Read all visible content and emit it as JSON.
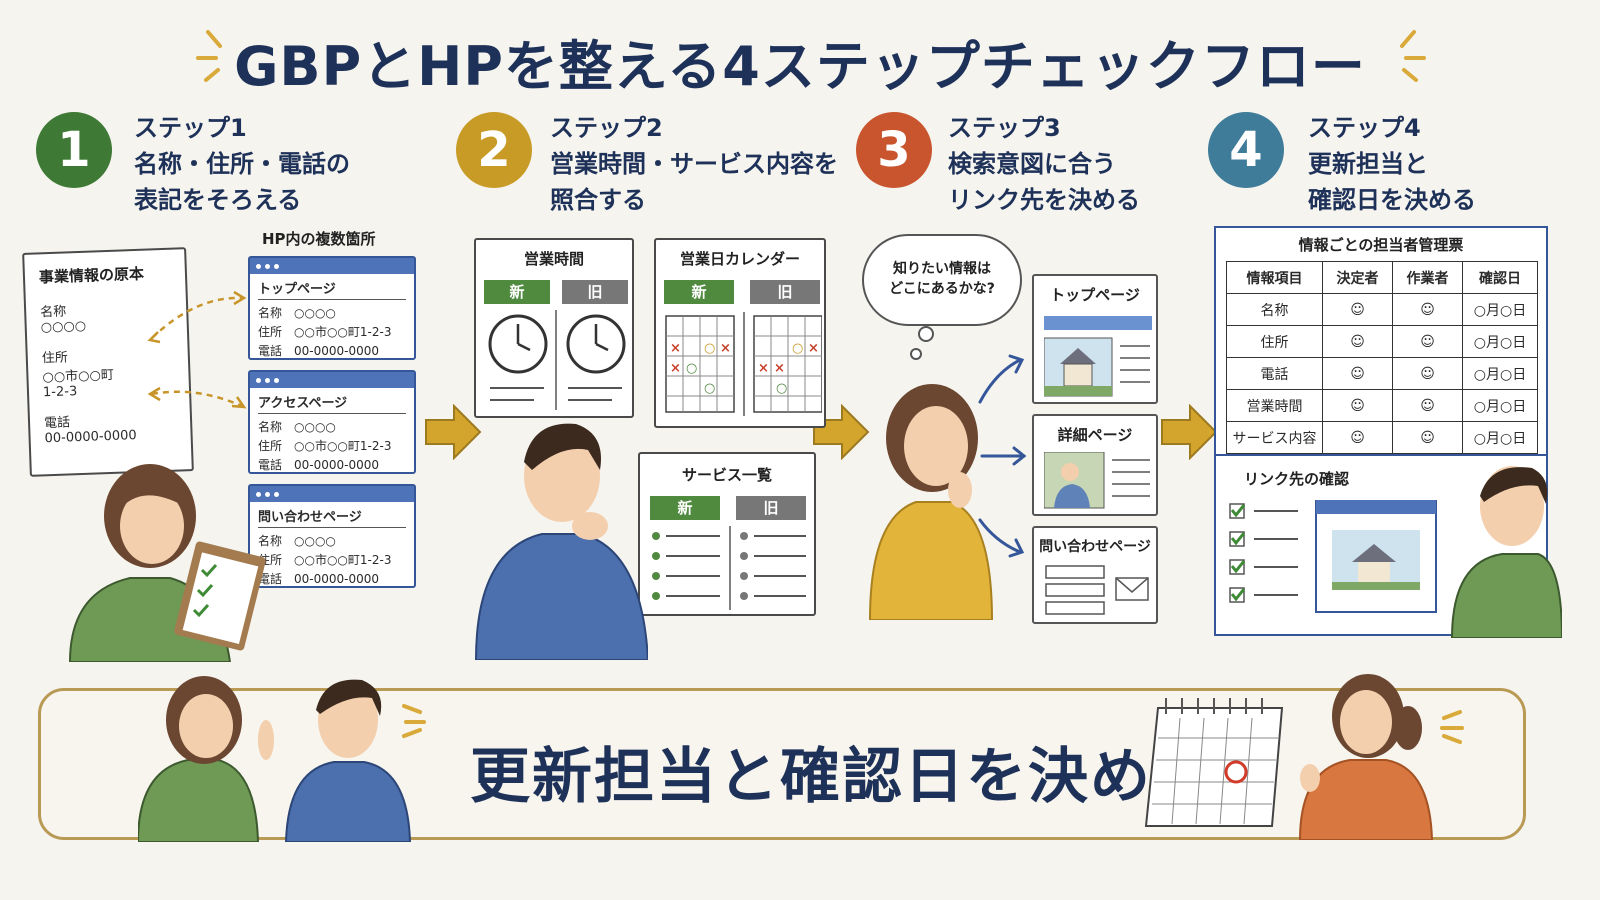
{
  "title": "GBPとHPを整える4ステップチェックフロー",
  "steps": [
    {
      "num": "1",
      "label": "ステップ1",
      "line1": "名称・住所・電話の",
      "line2": "表記をそろえる",
      "color": "#3e7a35"
    },
    {
      "num": "2",
      "label": "ステップ2",
      "line1": "営業時間・サービス内容を",
      "line2": "照合する",
      "color": "#c89b27"
    },
    {
      "num": "3",
      "label": "ステップ3",
      "line1": "検索意図に合う",
      "line2": "リンク先を決める",
      "color": "#c9552e"
    },
    {
      "num": "4",
      "label": "ステップ4",
      "line1": "更新担当と",
      "line2": "確認日を決める",
      "color": "#3f7c99"
    }
  ],
  "step1": {
    "original": {
      "title": "事業情報の原本",
      "name_label": "名称",
      "name_value": "○○○○",
      "addr_label": "住所",
      "addr_value1": "○○市○○町",
      "addr_value2": "1-2-3",
      "tel_label": "電話",
      "tel_value": "00-0000-0000"
    },
    "hp_title": "HP内の複数箇所",
    "pages": [
      {
        "title": "トップページ",
        "name": "名称　○○○○",
        "addr": "住所　○○市○○町1-2-3",
        "tel": "電話　00-0000-0000"
      },
      {
        "title": "アクセスページ",
        "name": "名称　○○○○",
        "addr": "住所　○○市○○町1-2-3",
        "tel": "電話　00-0000-0000"
      },
      {
        "title": "問い合わせページ",
        "name": "名称　○○○○",
        "addr": "住所　○○市○○町1-2-3",
        "tel": "電話　00-0000-0000"
      }
    ]
  },
  "step2": {
    "hours": {
      "title": "営業時間",
      "new": "新",
      "old": "旧"
    },
    "calendar": {
      "title": "営業日カレンダー",
      "new": "新",
      "old": "旧"
    },
    "services": {
      "title": "サービス一覧",
      "new": "新",
      "old": "旧"
    }
  },
  "step3": {
    "bubble1": "知りたい情報は",
    "bubble2": "どこにあるかな?",
    "links": [
      "トップページ",
      "詳細ページ",
      "問い合わせページ"
    ]
  },
  "step4": {
    "table_title": "情報ごとの担当者管理票",
    "headers": [
      "情報項目",
      "決定者",
      "作業者",
      "確認日"
    ],
    "rows": [
      {
        "item": "名称",
        "date": "○月○日"
      },
      {
        "item": "住所",
        "date": "○月○日"
      },
      {
        "item": "電話",
        "date": "○月○日"
      },
      {
        "item": "営業時間",
        "date": "○月○日"
      },
      {
        "item": "サービス内容",
        "date": "○月○日"
      }
    ],
    "link_check": "リンク先の確認"
  },
  "bottom": {
    "text": "更新担当と確認日を決める"
  },
  "colors": {
    "navy": "#1e3158",
    "gold": "#d4a52c",
    "green": "#4f8a3f",
    "gray": "#777777"
  }
}
